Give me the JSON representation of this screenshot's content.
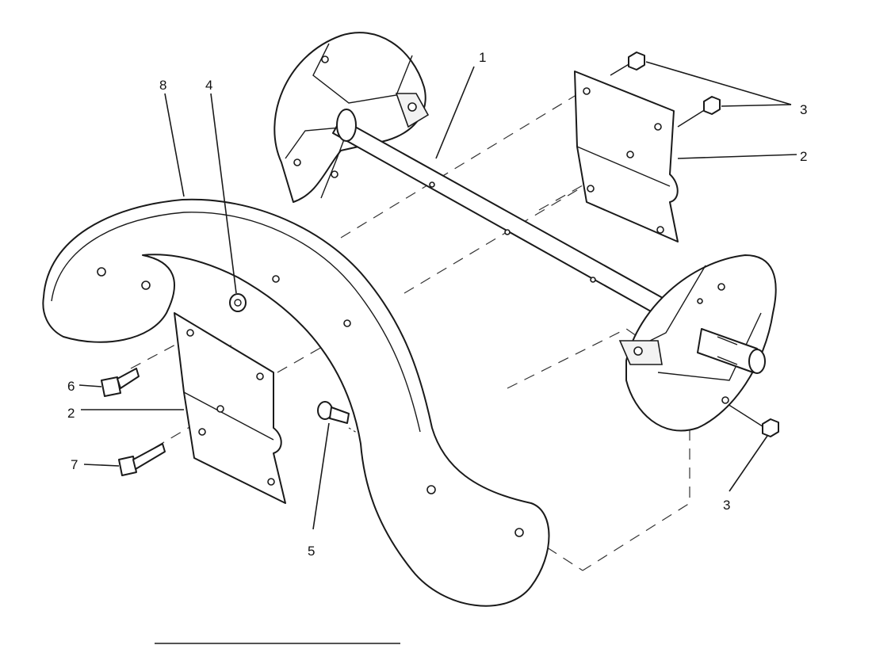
{
  "callouts": {
    "c1": "1",
    "c2a": "2",
    "c2b": "2",
    "c3a": "3",
    "c3b": "3",
    "c4": "4",
    "c5": "5",
    "c6": "6",
    "c7": "7",
    "c8": "8"
  },
  "colors": {
    "ink": "#1a1a1a",
    "paper": "#ffffff"
  }
}
